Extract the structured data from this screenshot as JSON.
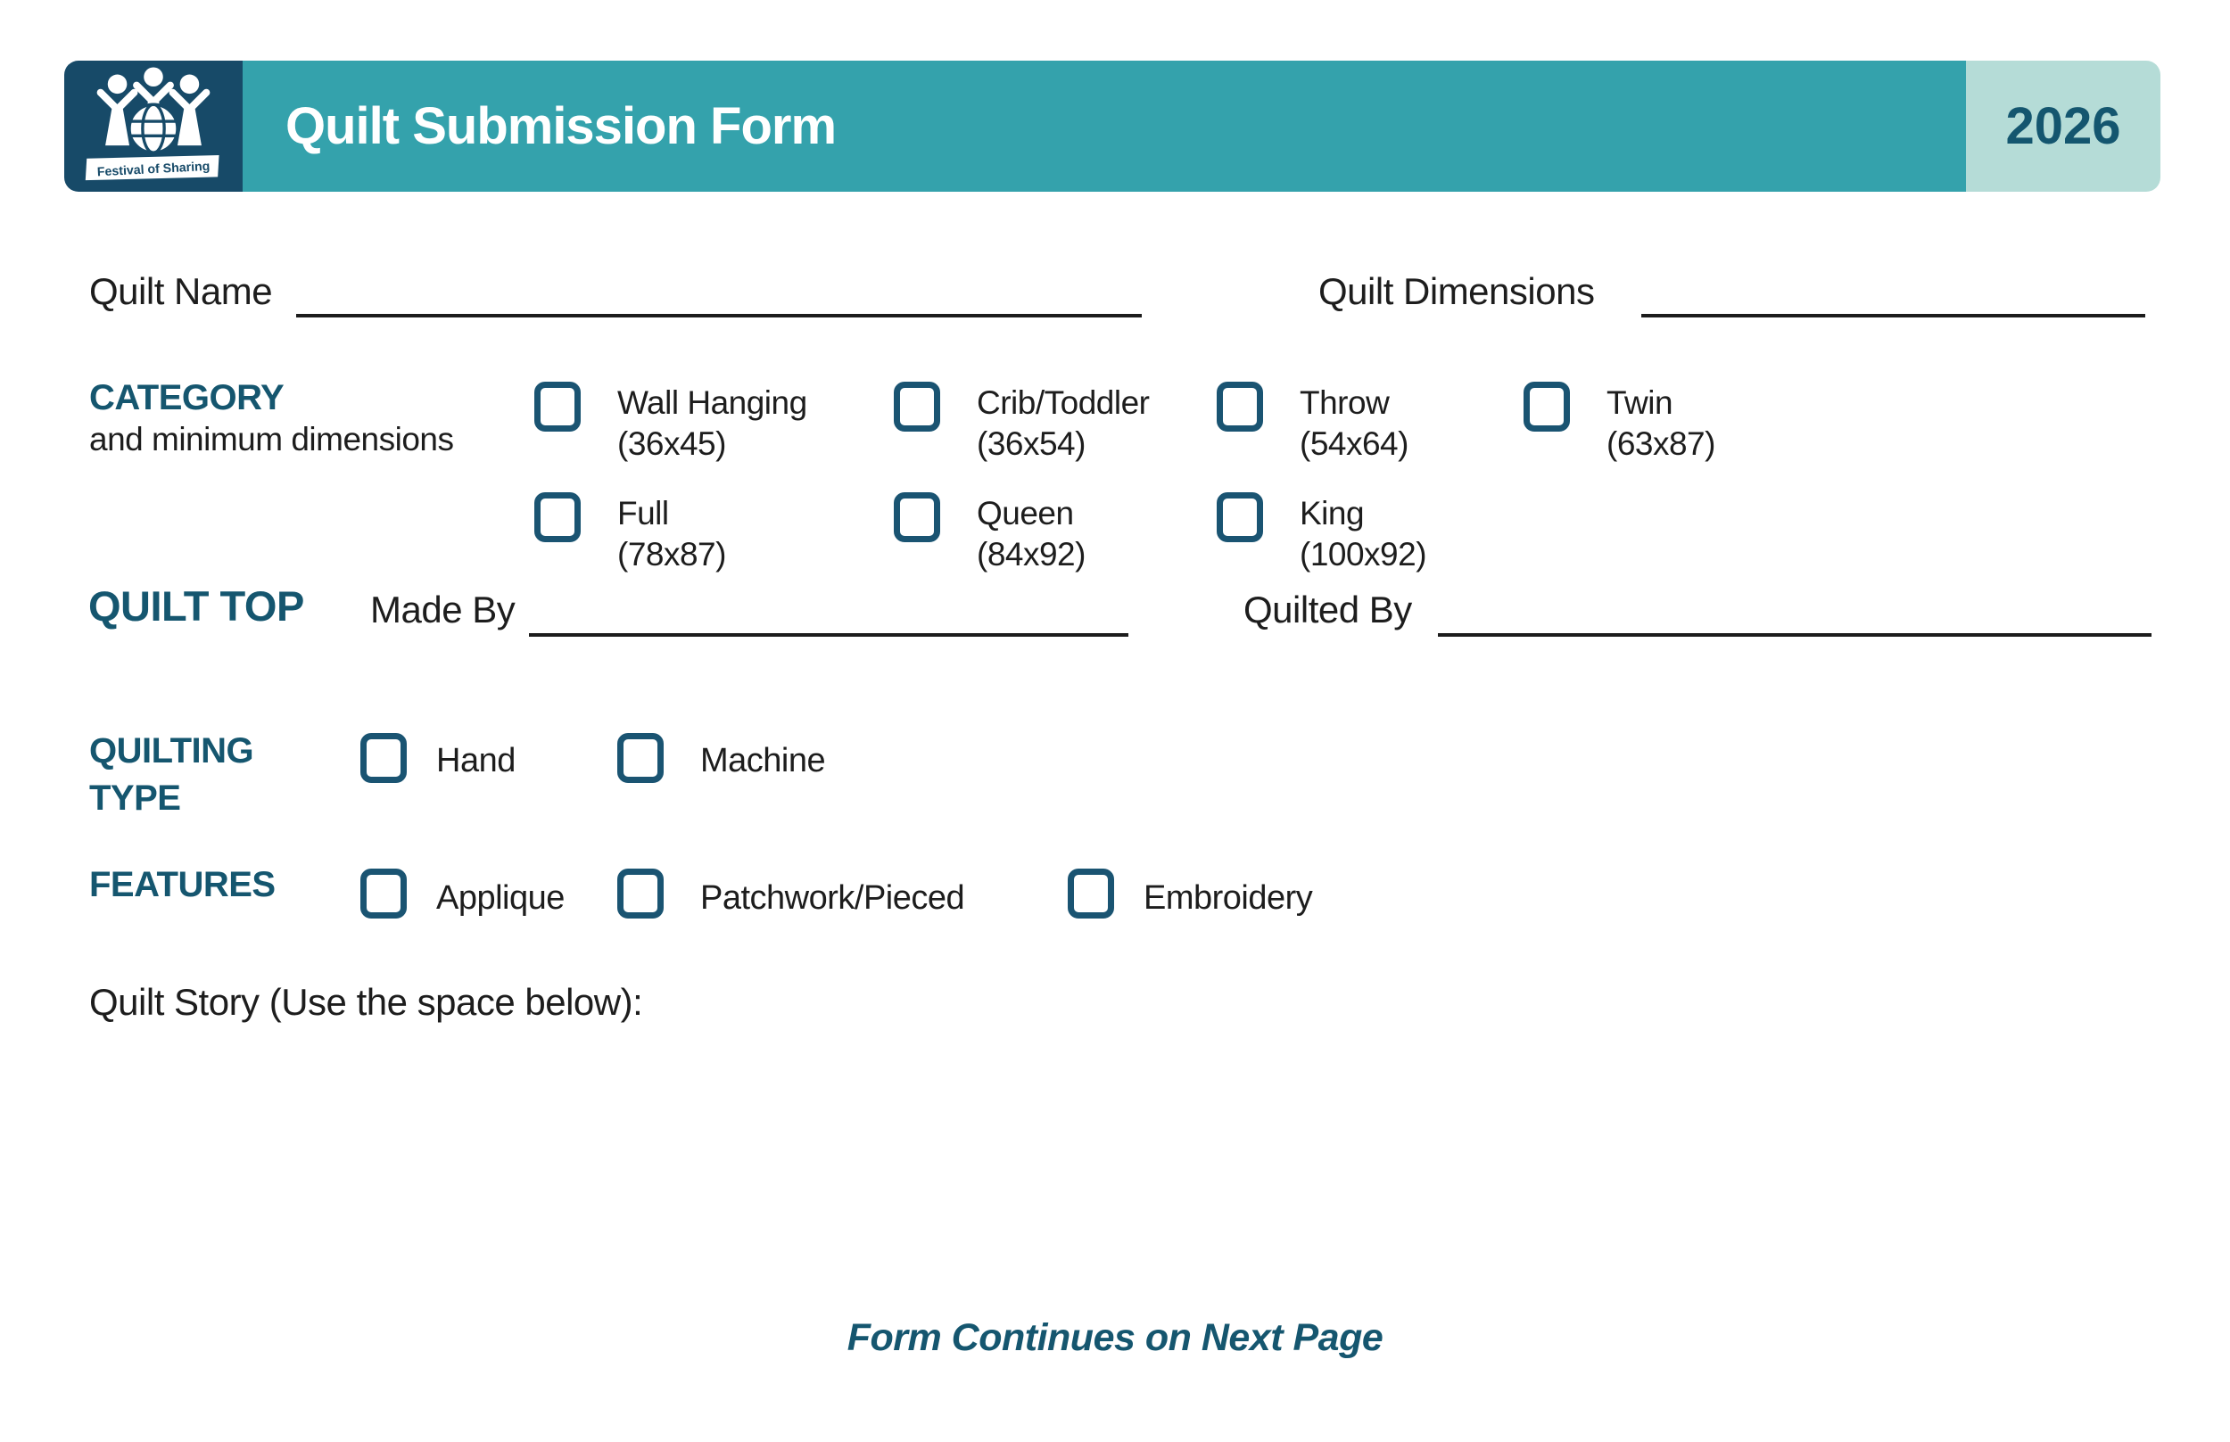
{
  "header": {
    "title": "Quilt Submission Form",
    "year": "2026",
    "logo": {
      "banner_text": "Festival of Sharing"
    },
    "colors": {
      "bar": "#34a2ac",
      "logo_bg": "#174a68",
      "year_bg": "#b5dcd7",
      "year_text": "#14566f"
    }
  },
  "fields": {
    "quilt_name": {
      "label": "Quilt Name",
      "value": ""
    },
    "quilt_dimensions": {
      "label": "Quilt Dimensions",
      "value": ""
    },
    "made_by": {
      "label": "Made By",
      "value": ""
    },
    "quilted_by": {
      "label": "Quilted By",
      "value": ""
    },
    "quilt_story": {
      "label": "Quilt Story (Use the space below):",
      "value": ""
    }
  },
  "category": {
    "heading": "CATEGORY",
    "subheading": "and minimum dimensions",
    "row1": [
      {
        "name": "Wall Hanging",
        "dims": "(36x45)",
        "checked": false
      },
      {
        "name": "Crib/Toddler",
        "dims": "(36x54)",
        "checked": false
      },
      {
        "name": "Throw",
        "dims": "(54x64)",
        "checked": false
      },
      {
        "name": "Twin",
        "dims": "(63x87)",
        "checked": false
      }
    ],
    "row2": [
      {
        "name": "Full",
        "dims": "(78x87)",
        "checked": false
      },
      {
        "name": "Queen",
        "dims": "(84x92)",
        "checked": false
      },
      {
        "name": "King",
        "dims": "(100x92)",
        "checked": false
      }
    ]
  },
  "quilt_top": {
    "heading": "QUILT TOP"
  },
  "quilting_type": {
    "heading": "QUILTING TYPE",
    "options": [
      {
        "label": "Hand",
        "checked": false
      },
      {
        "label": "Machine",
        "checked": false
      }
    ]
  },
  "features": {
    "heading": "FEATURES",
    "options": [
      {
        "label": "Applique",
        "checked": false
      },
      {
        "label": "Patchwork/Pieced",
        "checked": false
      },
      {
        "label": "Embroidery",
        "checked": false
      }
    ]
  },
  "footer": {
    "note": "Form Continues on Next Page"
  },
  "colors": {
    "accent": "#15566f",
    "checkbox_border": "#1a5472",
    "text": "#1d1d1d"
  }
}
